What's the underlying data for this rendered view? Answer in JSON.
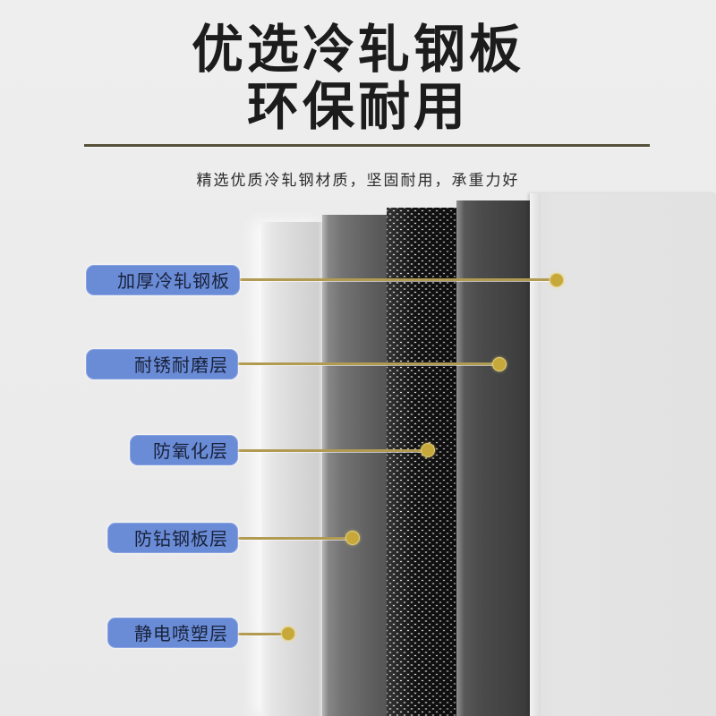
{
  "header": {
    "title_line1": "优选冷轧钢板",
    "title_line2": "环保耐用",
    "subtitle": "精选优质冷轧钢材质，坚固耐用，承重力好"
  },
  "colors": {
    "title_text": "#1c1c1c",
    "divider": "#55503a",
    "badge_bg": "#6a8bd6",
    "badge_text": "#18223a",
    "leader_line": "#b19a52",
    "dot": "#c7a83a"
  },
  "panels": [
    {
      "name": "outer-coating-panel",
      "tone": "light gray"
    },
    {
      "name": "anti-drill-steel-panel",
      "tone": "medium gray"
    },
    {
      "name": "perforated-mesh-panel",
      "tone": "black hex mesh"
    },
    {
      "name": "anti-rust-panel",
      "tone": "dark gray"
    },
    {
      "name": "cold-rolled-steel-panel",
      "tone": "lightest gray"
    }
  ],
  "callouts": [
    {
      "label": "加厚冷轧钢板"
    },
    {
      "label": "耐锈耐磨层"
    },
    {
      "label": "防氧化层"
    },
    {
      "label": "防钻钢板层"
    },
    {
      "label": "静电喷塑层"
    }
  ]
}
